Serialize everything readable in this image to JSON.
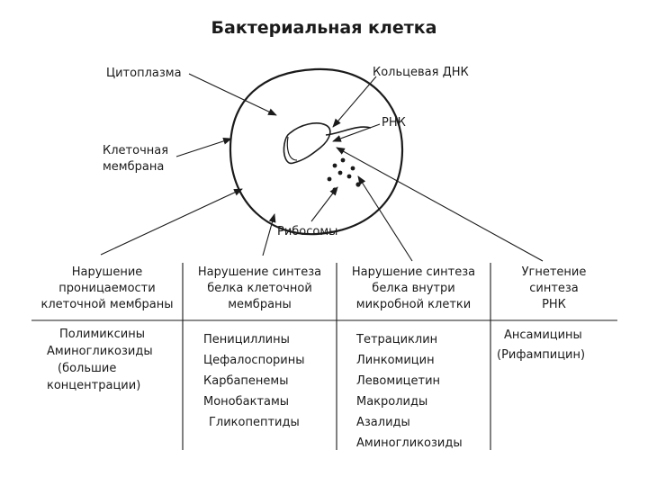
{
  "title": "Бактериальная клетка",
  "labels": {
    "cytoplasm": "Цитоплазма",
    "membrane": [
      "Клеточная",
      "мембрана"
    ],
    "ring_dna": "Кольцевая ДНК",
    "rna": "РНК",
    "ribosomes": "Рибосомы"
  },
  "columns": [
    {
      "header": [
        "Нарушение",
        "проницаемости",
        "клеточной мембраны"
      ],
      "items": [
        "Полимиксины",
        "Аминогликозиды",
        "(большие",
        "концентрации)"
      ]
    },
    {
      "header": [
        "Нарушение синтеза",
        "белка клеточной",
        "мембраны"
      ],
      "items": [
        "Пенициллины",
        "Цефалоспорины",
        "Карбапенемы",
        "Монобактамы",
        "Гликопептиды"
      ]
    },
    {
      "header": [
        "Нарушение синтеза",
        "белка внутри",
        "микробной клетки"
      ],
      "items": [
        "Тетрациклин",
        "Линкомицин",
        "Левомицетин",
        "Макролиды",
        "Азалиды",
        "Аминогликозиды"
      ]
    },
    {
      "header": [
        "Угнетение",
        "синтеза",
        "РНК"
      ],
      "items": [
        "Ансамицины",
        "(Рифампицин)"
      ]
    }
  ]
}
